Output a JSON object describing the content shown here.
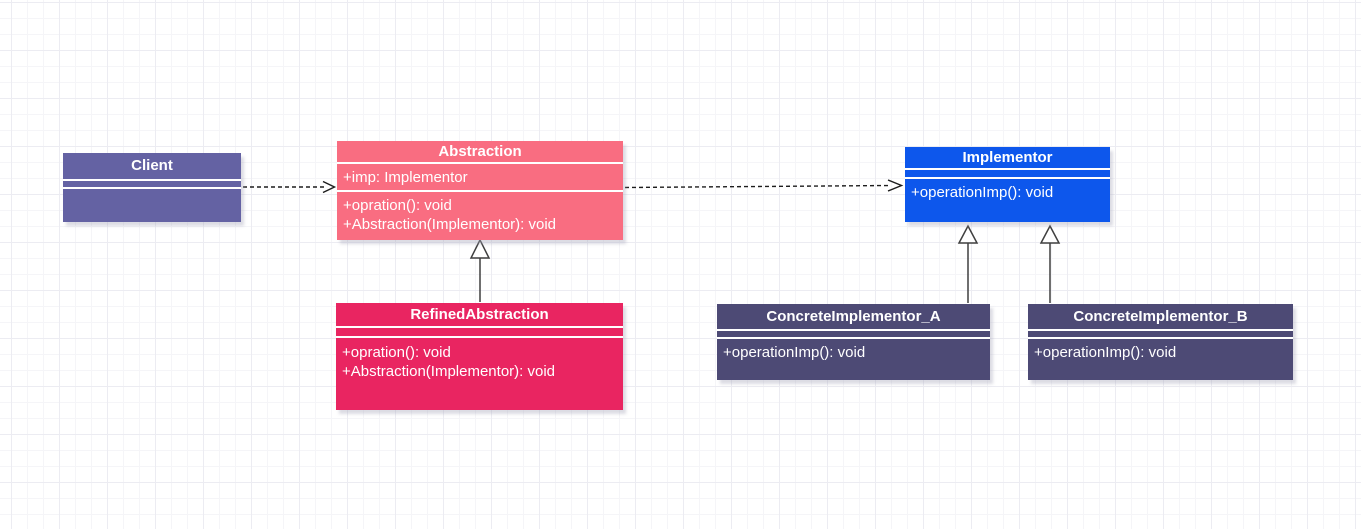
{
  "diagram": {
    "kind": "uml-class-diagram",
    "pattern": "Bridge",
    "colors": {
      "client": "#6462A3",
      "abstraction": "#F96D81",
      "implementor": "#0D57EC",
      "refined_abstraction": "#E92561",
      "concrete_implementor": "#4D4A75",
      "edge": "#1d1d1d",
      "grid_line": "#ececf2"
    },
    "classes": [
      {
        "id": "client",
        "name": "Client",
        "color": "#6462A3",
        "attributes": [],
        "methods": []
      },
      {
        "id": "abstraction",
        "name": "Abstraction",
        "color": "#F96D81",
        "attributes": [
          "+imp: Implementor"
        ],
        "methods": [
          "+opration(): void",
          "+Abstraction(Implementor): void"
        ]
      },
      {
        "id": "implementor",
        "name": "Implementor",
        "color": "#0D57EC",
        "attributes": [],
        "methods": [
          "+operationImp(): void"
        ]
      },
      {
        "id": "refined-abstraction",
        "name": "RefinedAbstraction",
        "color": "#E92561",
        "attributes": [],
        "methods": [
          "+opration(): void",
          "+Abstraction(Implementor): void"
        ]
      },
      {
        "id": "concrete-implementor-a",
        "name": "ConcreteImplementor_A",
        "color": "#4D4A75",
        "attributes": [],
        "methods": [
          "+operationImp(): void"
        ]
      },
      {
        "id": "concrete-implementor-b",
        "name": "ConcreteImplementor_B",
        "color": "#4D4A75",
        "attributes": [],
        "methods": [
          "+operationImp(): void"
        ]
      }
    ],
    "relationships": [
      {
        "from": "Client",
        "to": "Abstraction",
        "type": "dashed-dependency-arrow"
      },
      {
        "from": "Abstraction",
        "to": "Implementor",
        "type": "dashed-dependency-arrow"
      },
      {
        "from": "RefinedAbstraction",
        "to": "Abstraction",
        "type": "generalization-hollow-triangle"
      },
      {
        "from": "ConcreteImplementor_A",
        "to": "Implementor",
        "type": "generalization-hollow-triangle"
      },
      {
        "from": "ConcreteImplementor_B",
        "to": "Implementor",
        "type": "generalization-hollow-triangle"
      }
    ]
  }
}
